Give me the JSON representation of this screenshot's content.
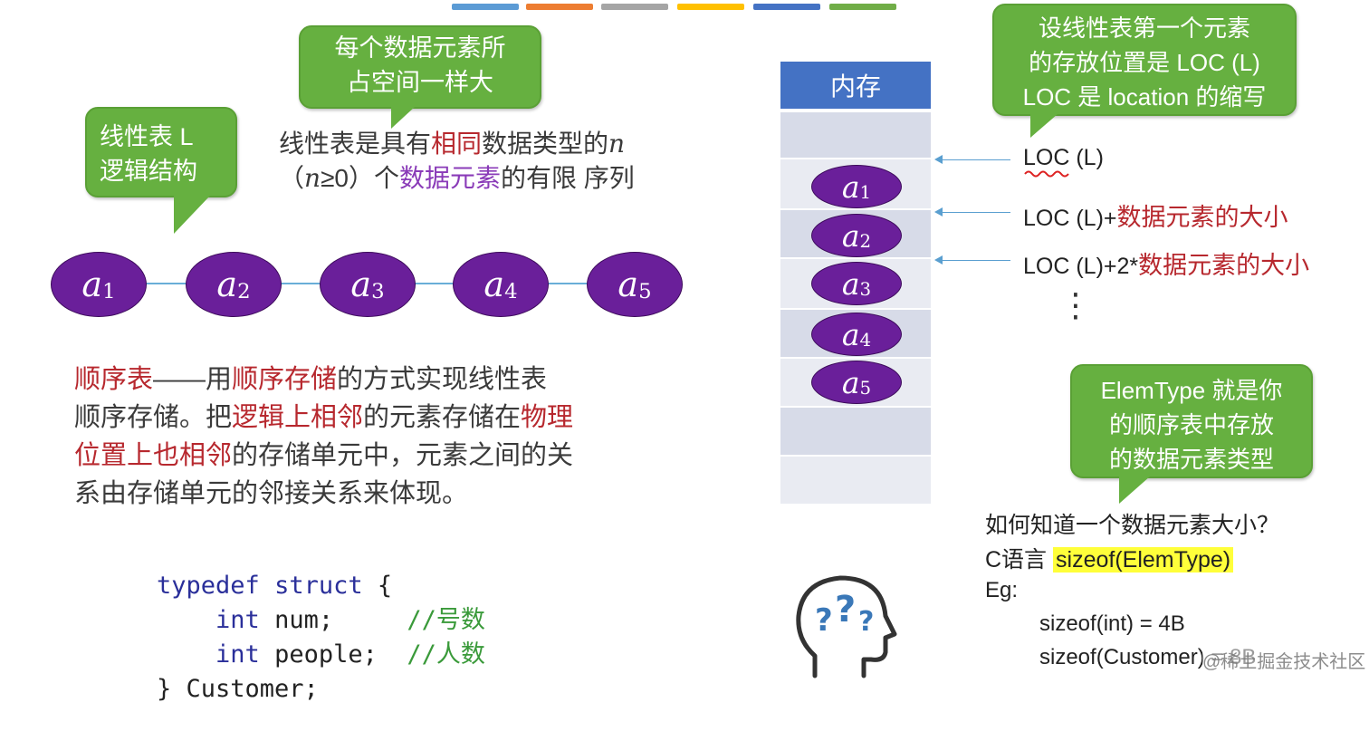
{
  "top_bar_colors": [
    "#5b9bd5",
    "#ed7d31",
    "#a5a5a5",
    "#ffc000",
    "#4472c4",
    "#70ad47"
  ],
  "bubbles": {
    "element_size": [
      "每个数据元素所",
      "占空间一样大"
    ],
    "logic": [
      "线性表 L",
      "逻辑结构"
    ],
    "loc": [
      "设线性表第一个元素",
      "的存放位置是 LOC (L)",
      "LOC 是 location 的缩写"
    ],
    "elemtype": [
      "ElemType 就是你",
      "的顺序表中存放",
      "的数据元素类型"
    ]
  },
  "definition": {
    "p1": "线性表是具有",
    "p2": "相同",
    "p3": "数据类型的",
    "p4": "n",
    "p5": "（",
    "p6": "n",
    "p7": "≥0）个",
    "p8": "数据元素",
    "p9": "的有限 序列"
  },
  "chain_nodes": [
    {
      "letter": "a",
      "sub": "1"
    },
    {
      "letter": "a",
      "sub": "2"
    },
    {
      "letter": "a",
      "sub": "3"
    },
    {
      "letter": "a",
      "sub": "4"
    },
    {
      "letter": "a",
      "sub": "5"
    }
  ],
  "seq": {
    "l1a": "顺序表",
    "l1b": "——用",
    "l1c": "顺序存储",
    "l1d": "的方式实现线性表",
    "l2a": "顺序存储。把",
    "l2b": "逻辑上相邻",
    "l2c": "的元素存储在",
    "l2d": "物理",
    "l3a": "位置上也相邻",
    "l3b": "的存储单元中，元素之间的关",
    "l4": "系由存储单元的邻接关系来体现。"
  },
  "code": {
    "typedef": "typedef",
    "struct": "struct",
    "brace": " {",
    "int1": "int",
    "num": " num;",
    "c1": "//号数",
    "int2": "int",
    "people": " people;",
    "c2": "//人数",
    "end": "} Customer;"
  },
  "memory": {
    "header": "内存",
    "nodes": [
      {
        "letter": "a",
        "sub": "1"
      },
      {
        "letter": "a",
        "sub": "2"
      },
      {
        "letter": "a",
        "sub": "3"
      },
      {
        "letter": "a",
        "sub": "4"
      },
      {
        "letter": "a",
        "sub": "5"
      }
    ]
  },
  "loc_labels": {
    "l0": "LOC (L)",
    "l1a": "LOC (L)+",
    "l1b": "数据元素的大小",
    "l2a": "LOC (L)+2*",
    "l2b": "数据元素的大小",
    "dots": "⋮"
  },
  "size_text": {
    "question": "如何知道一个数据元素大小？",
    "c_lang": "C语言",
    "sizeof": "sizeof(ElemType)",
    "eg": "Eg:",
    "int_size": "sizeof(int) = 4B",
    "cust_size": "sizeof(Customer) = 8B"
  },
  "watermark": "@稀土掘金技术社区",
  "icon": "thinking-head-icon"
}
